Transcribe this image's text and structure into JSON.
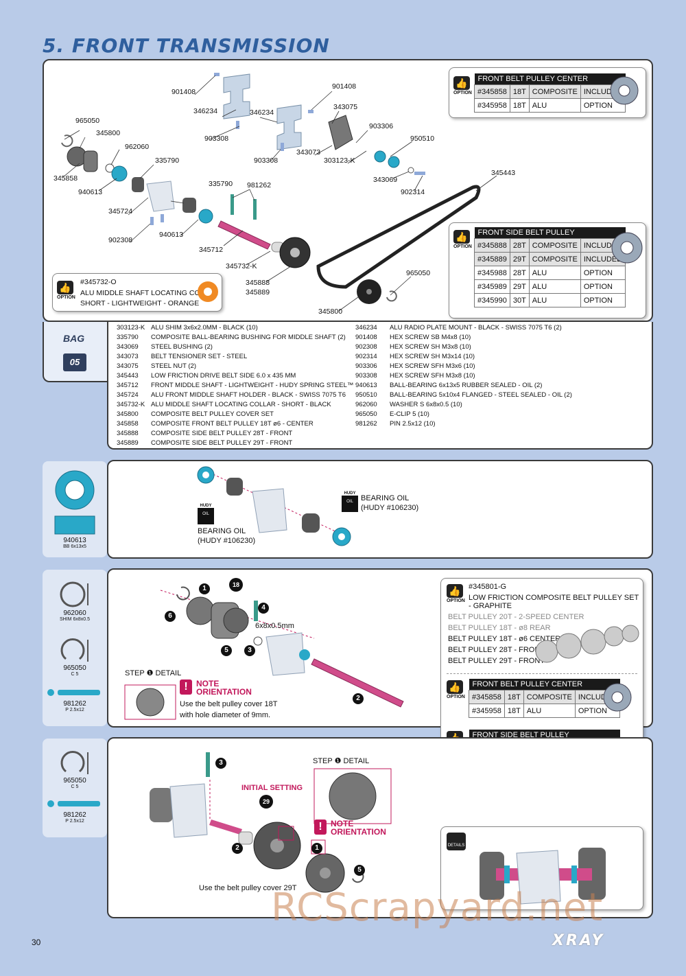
{
  "title": "5. FRONT TRANSMISSION",
  "page_number": "30",
  "brand": "XRAY",
  "watermark": "RCScrapyard.net",
  "exploded_labels": [
    "901408",
    "346234",
    "346234",
    "901408",
    "343075",
    "965050",
    "345800",
    "962060",
    "903308",
    "903306",
    "950510",
    "335790",
    "903308",
    "343073",
    "303123-K",
    "345858",
    "940613",
    "335790",
    "981262",
    "343069",
    "902314",
    "345443",
    "345724",
    "902308",
    "940613",
    "345712",
    "345732-K",
    "345888",
    "345889",
    "965050",
    "345800"
  ],
  "option_common": "OPTION",
  "opt_center": {
    "title": "FRONT BELT PULLEY CENTER",
    "rows": [
      [
        "#345858",
        "18T",
        "COMPOSITE",
        "INCLUDED"
      ],
      [
        "#345958",
        "18T",
        "ALU",
        "OPTION"
      ]
    ]
  },
  "opt_side": {
    "title": "FRONT SIDE BELT PULLEY",
    "rows": [
      [
        "#345888",
        "28T",
        "COMPOSITE",
        "INCLUDED"
      ],
      [
        "#345889",
        "29T",
        "COMPOSITE",
        "INCLUDED"
      ],
      [
        "#345988",
        "28T",
        "ALU",
        "OPTION"
      ],
      [
        "#345989",
        "29T",
        "ALU",
        "OPTION"
      ],
      [
        "#345990",
        "30T",
        "ALU",
        "OPTION"
      ]
    ]
  },
  "opt_collar": {
    "code": "#345732-O",
    "line1": "ALU MIDDLE SHAFT LOCATING COLLAR",
    "line2": "SHORT - LIGHTWEIGHT - ORANGE"
  },
  "bag": {
    "label": "BAG",
    "number": "05"
  },
  "parts_left": [
    [
      "303123-K",
      "ALU SHIM 3x6x2.0MM - BLACK (10)"
    ],
    [
      "335790",
      "COMPOSITE BALL-BEARING BUSHING FOR MIDDLE SHAFT (2)"
    ],
    [
      "343069",
      "STEEL BUSHING (2)"
    ],
    [
      "343073",
      "BELT TENSIONER SET - STEEL"
    ],
    [
      "343075",
      "STEEL NUT (2)"
    ],
    [
      "345443",
      "LOW FRICTION DRIVE BELT SIDE 6.0 x 435 MM"
    ],
    [
      "345712",
      "FRONT MIDDLE SHAFT - LIGHTWEIGHT - HUDY SPRING STEEL™"
    ],
    [
      "345724",
      "ALU FRONT MIDDLE SHAFT HOLDER - BLACK - SWISS 7075 T6"
    ],
    [
      "345732-K",
      "ALU MIDDLE SHAFT LOCATING COLLAR - SHORT - BLACK"
    ],
    [
      "345800",
      "COMPOSITE BELT PULLEY COVER SET"
    ],
    [
      "345858",
      "COMPOSITE FRONT BELT PULLEY 18T ø6 - CENTER"
    ],
    [
      "345888",
      "COMPOSITE SIDE BELT PULLEY 28T - FRONT"
    ],
    [
      "345889",
      "COMPOSITE SIDE BELT PULLEY 29T - FRONT"
    ]
  ],
  "parts_right": [
    [
      "346234",
      "ALU RADIO PLATE MOUNT - BLACK - SWISS 7075 T6 (2)"
    ],
    [
      "",
      ""
    ],
    [
      "901408",
      "HEX SCREW SB M4x8 (10)"
    ],
    [
      "902308",
      "HEX SCREW SH M3x8 (10)"
    ],
    [
      "902314",
      "HEX SCREW SH M3x14 (10)"
    ],
    [
      "903306",
      "HEX SCREW SFH M3x6 (10)"
    ],
    [
      "903308",
      "HEX SCREW SFH M3x8 (10)"
    ],
    [
      "940613",
      "BALL-BEARING 6x13x5 RUBBER SEALED - OIL (2)"
    ],
    [
      "950510",
      "BALL-BEARING 5x10x4 FLANGED - STEEL SEALED - OIL (2)"
    ],
    [
      "962060",
      "WASHER S 6x8x0.5 (10)"
    ],
    [
      "965050",
      "E-CLIP 5 (10)"
    ],
    [
      "981262",
      "PIN 2.5x12 (10)"
    ]
  ],
  "step1": {
    "side": {
      "code": "940613",
      "sub": "BB 6x13x5"
    },
    "oil_left": [
      "BEARING OIL",
      "(HUDY #106230)"
    ],
    "oil_right": [
      "BEARING OIL",
      "(HUDY #106230)"
    ],
    "hudy": "HUDY",
    "oil": "OIL"
  },
  "step2": {
    "side": [
      {
        "code": "962060",
        "sub": "SHIM 6x8x0.5"
      },
      {
        "code": "965050",
        "sub": "C 5"
      },
      {
        "code": "981262",
        "sub": "P 2.5x12"
      }
    ],
    "teeth": "18",
    "washer_label": "6x8x0.5mm",
    "detail_label": "STEP",
    "detail_suffix": "DETAIL",
    "note_title": [
      "NOTE",
      "ORIENTATION"
    ],
    "note_text": [
      "Use the belt pulley cover 18T",
      "with hole diameter of 9mm."
    ],
    "nums": [
      "1",
      "2",
      "3",
      "4",
      "5",
      "6"
    ]
  },
  "graphite_box": {
    "code": "#345801-G",
    "title": "LOW FRICTION COMPOSITE BELT PULLEY SET - GRAPHITE",
    "grey_items": [
      "BELT PULLEY 20T - 2-SPEED CENTER",
      "BELT PULLEY 18T - ø8 REAR"
    ],
    "items": [
      "BELT PULLEY 18T - ø6 CENTER",
      "BELT PULLEY 28T - FRONT",
      "BELT PULLEY 29T - FRONT"
    ]
  },
  "step3": {
    "side": [
      {
        "code": "965050",
        "sub": "C 5"
      },
      {
        "code": "981262",
        "sub": "P 2.5x12"
      }
    ],
    "initial": "INITIAL SETTING",
    "teeth": "29",
    "detail_label": "STEP",
    "detail_suffix": "DETAIL",
    "note_title": [
      "NOTE",
      "ORIENTATION"
    ],
    "caption": "Use the belt pulley cover 29T",
    "details_icon": "DETAILS"
  },
  "colors": {
    "title": "#2f5f9e",
    "accent": "#c2185b",
    "bearing": "#29a8c8",
    "bg": "#b9cbe8"
  }
}
